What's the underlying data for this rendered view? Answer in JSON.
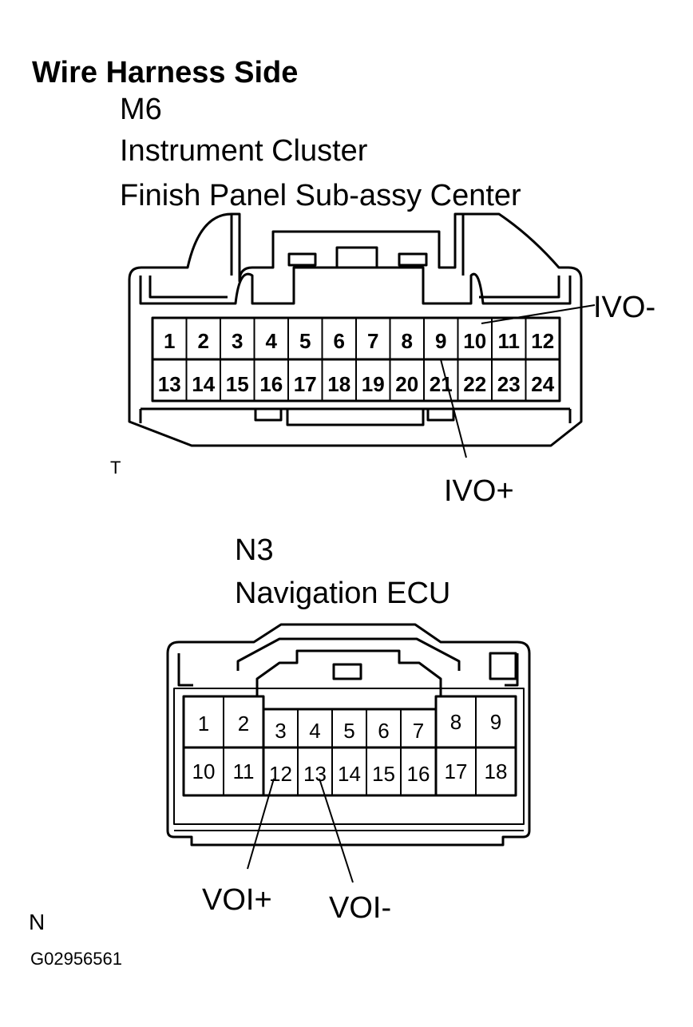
{
  "title": "Wire Harness Side",
  "connector_m6": {
    "code": "M6",
    "name_line1": "Instrument Cluster",
    "name_line2": "Finish Panel Sub-assy Center",
    "pins_row1": [
      "1",
      "2",
      "3",
      "4",
      "5",
      "6",
      "7",
      "8",
      "9",
      "10",
      "11",
      "12"
    ],
    "pins_row2": [
      "13",
      "14",
      "15",
      "16",
      "17",
      "18",
      "19",
      "20",
      "21",
      "22",
      "23",
      "24"
    ],
    "callout_ivo_minus": "IVO-",
    "callout_ivo_plus": "IVO+",
    "mark": "T"
  },
  "connector_n3": {
    "code": "N3",
    "name": "Navigation ECU",
    "pins_row1": [
      "1",
      "2",
      "3",
      "4",
      "5",
      "6",
      "7",
      "8",
      "9"
    ],
    "pins_row2": [
      "10",
      "11",
      "12",
      "13",
      "14",
      "15",
      "16",
      "17",
      "18"
    ],
    "callout_voi_plus": "VOI+",
    "callout_voi_minus": "VOI-",
    "mark": "N"
  },
  "figure_id": "G02956561"
}
